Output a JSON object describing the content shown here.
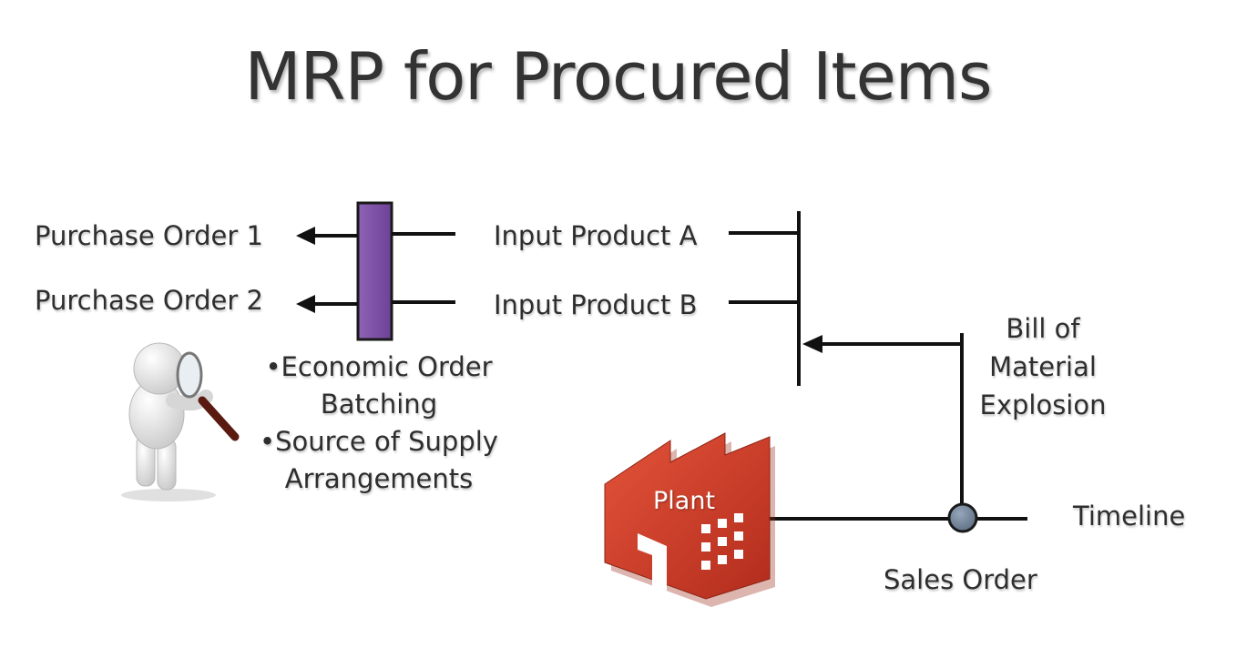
{
  "title": "MRP for Procured Items",
  "labels": {
    "purchase_order_1": "Purchase Order 1",
    "purchase_order_2": "Purchase Order 2",
    "input_product_a": "Input Product A",
    "input_product_b": "Input Product B",
    "bom_line1": "Bill of",
    "bom_line2": "Material",
    "bom_line3": "Explosion",
    "timeline": "Timeline",
    "sales_order": "Sales Order",
    "plant": "Plant"
  },
  "bullets": [
    {
      "marker": "•",
      "line1": "Economic Order",
      "line2": "Batching"
    },
    {
      "marker": "•",
      "line1": "Source of Supply",
      "line2": "Arrangements"
    }
  ],
  "colors": {
    "batch_box": "#7d4fa3",
    "plant": "#c83a26",
    "sales_order_dot": "#6c7d92",
    "lines": "#111111"
  },
  "icons": {
    "plant": "factory-icon",
    "person": "person-with-magnifier-icon"
  }
}
